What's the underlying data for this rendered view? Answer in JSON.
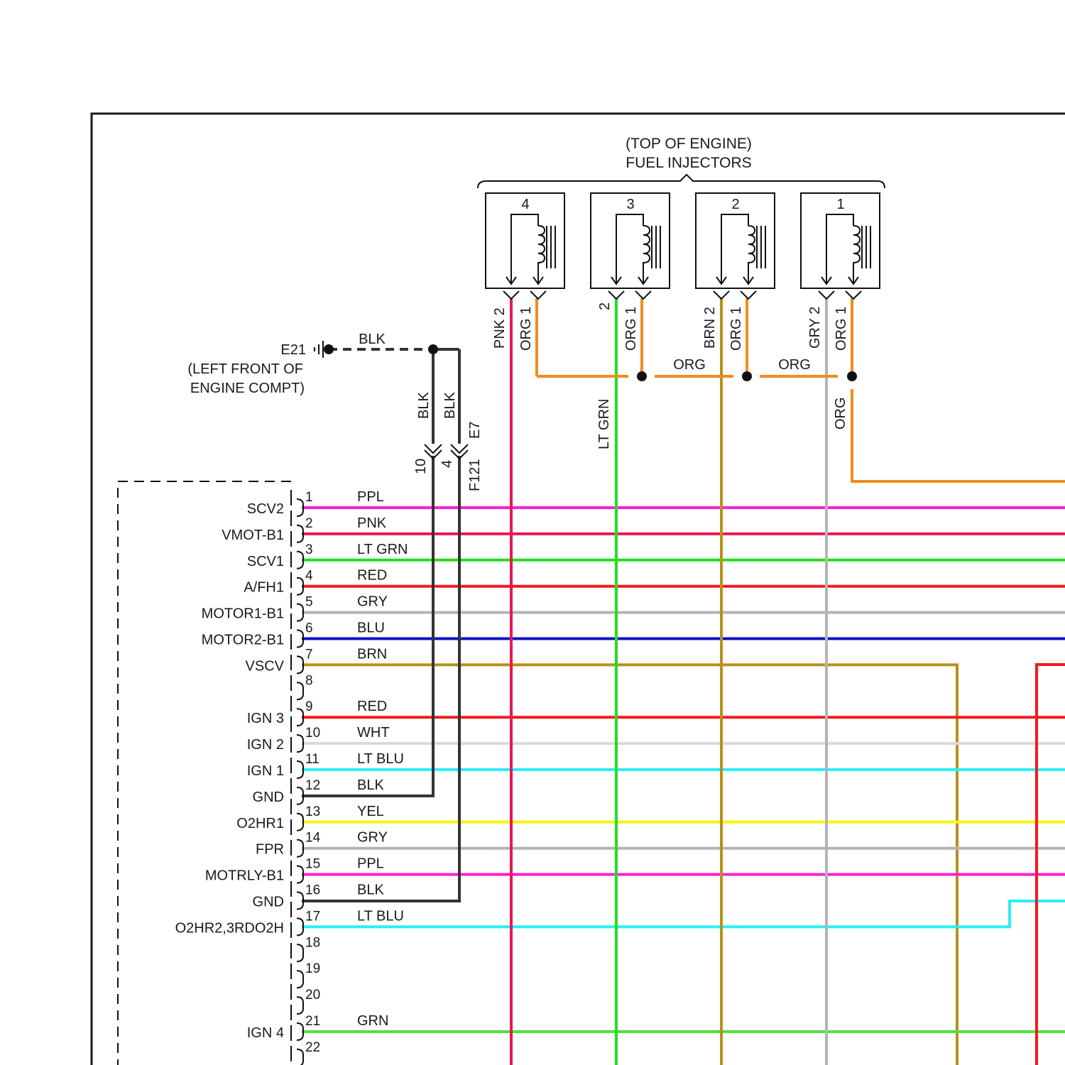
{
  "colors": {
    "PPL": "#ff1fd6",
    "PNK": "#e8194f",
    "LT GRN": "#22e01e",
    "RED": "#f21b1b",
    "GRY": "#b4b4b4",
    "BLU": "#1010c8",
    "BRN": "#b8901a",
    "WHT": "#d8d8d8",
    "LT BLU": "#28f0f4",
    "BLK": "#333333",
    "YEL": "#f6f60a",
    "GRN": "#4fe23c",
    "ORG": "#f08c1c"
  },
  "injectors": {
    "title_line1": "(TOP OF ENGINE)",
    "title_line2": "FUEL INJECTORS",
    "units": [
      {
        "number": "4",
        "pin2_label": "PNK 2",
        "pin1_label": "ORG 1"
      },
      {
        "number": "3",
        "pin2_label": "2",
        "pin1_label": "ORG 1"
      },
      {
        "number": "2",
        "pin2_label": "BRN 2",
        "pin1_label": "ORG 1"
      },
      {
        "number": "1",
        "pin2_label": "GRY 2",
        "pin1_label": "ORG 1"
      }
    ],
    "bus_labels": [
      "ORG",
      "ORG"
    ],
    "vertical_labels": {
      "lt_grn": "LT GRN",
      "org": "ORG"
    }
  },
  "ground": {
    "id": "E21",
    "wire": "BLK",
    "location_line1": "(LEFT FRONT OF",
    "location_line2": "ENGINE COMPT)",
    "drop_labels": [
      "BLK",
      "BLK"
    ]
  },
  "connector": {
    "e7": "E7",
    "f121": "F121",
    "pin_a": "10",
    "pin_b": "4"
  },
  "ecm_pins": [
    {
      "pin": "1",
      "name": "SCV2",
      "wire": "PPL"
    },
    {
      "pin": "2",
      "name": "VMOT-B1",
      "wire": "PNK"
    },
    {
      "pin": "3",
      "name": "SCV1",
      "wire": "LT GRN"
    },
    {
      "pin": "4",
      "name": "A/FH1",
      "wire": "RED"
    },
    {
      "pin": "5",
      "name": "MOTOR1-B1",
      "wire": "GRY"
    },
    {
      "pin": "6",
      "name": "MOTOR2-B1",
      "wire": "BLU"
    },
    {
      "pin": "7",
      "name": "VSCV",
      "wire": "BRN"
    },
    {
      "pin": "8",
      "name": "",
      "wire": ""
    },
    {
      "pin": "9",
      "name": "IGN 3",
      "wire": "RED"
    },
    {
      "pin": "10",
      "name": "IGN 2",
      "wire": "WHT"
    },
    {
      "pin": "11",
      "name": "IGN 1",
      "wire": "LT BLU"
    },
    {
      "pin": "12",
      "name": "GND",
      "wire": "BLK"
    },
    {
      "pin": "13",
      "name": "O2HR1",
      "wire": "YEL"
    },
    {
      "pin": "14",
      "name": "FPR",
      "wire": "GRY"
    },
    {
      "pin": "15",
      "name": "MOTRLY-B1",
      "wire": "PPL"
    },
    {
      "pin": "16",
      "name": "GND",
      "wire": "BLK"
    },
    {
      "pin": "17",
      "name": "O2HR2,3RDO2H",
      "wire": "LT BLU"
    },
    {
      "pin": "18",
      "name": "",
      "wire": ""
    },
    {
      "pin": "19",
      "name": "",
      "wire": ""
    },
    {
      "pin": "20",
      "name": "",
      "wire": ""
    },
    {
      "pin": "21",
      "name": "IGN 4",
      "wire": "GRN"
    },
    {
      "pin": "22",
      "name": "",
      "wire": ""
    }
  ]
}
